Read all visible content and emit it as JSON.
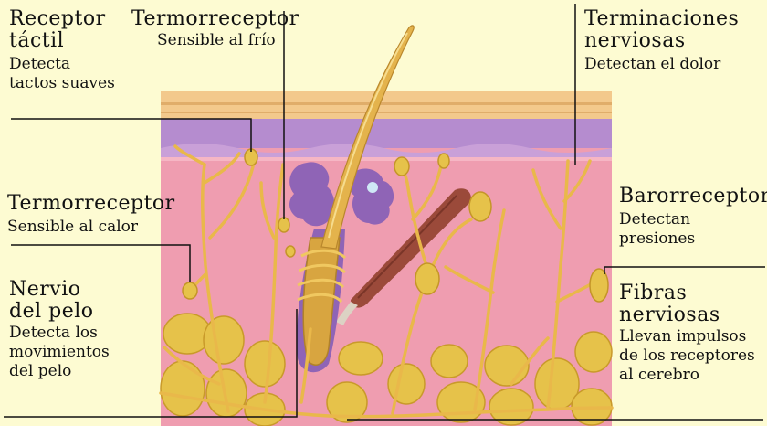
{
  "labels": {
    "receptor_tactil": {
      "title1": "Receptor",
      "title2": "táctil",
      "desc1": "Detecta",
      "desc2": "tactos suaves"
    },
    "termorreceptor_frio": {
      "title": "Termorreceptor",
      "desc": "Sensible al frío"
    },
    "terminaciones": {
      "title1": "Terminaciones",
      "title2": "nerviosas",
      "desc": "Detectan el dolor"
    },
    "termorreceptor_calor": {
      "title": "Termorreceptor",
      "desc": "Sensible al calor"
    },
    "baroreceptores": {
      "title": "Barorreceptores",
      "desc1": "Detectan",
      "desc2": "presiones"
    },
    "nervio_pelo": {
      "title1": "Nervio",
      "title2": "del pelo",
      "desc1": "Detecta los",
      "desc2": "movimientos",
      "desc3": "del pelo"
    },
    "fibras": {
      "title1": "Fibras",
      "title2": "nerviosas",
      "desc1": "Llevan impulsos",
      "desc2": "de los receptores",
      "desc3": "al cerebro"
    }
  },
  "colors": {
    "background": "#fdfbd2",
    "dermis": "#ef9db0",
    "epidermis_purple": "#b58ccf",
    "stratum_top": "#f3c98c",
    "nerve": "#e9b84a",
    "fat": "#e6c24a",
    "gland": "#8f64b6",
    "muscle": "#9b4a3a",
    "hair": "#d8a540"
  }
}
